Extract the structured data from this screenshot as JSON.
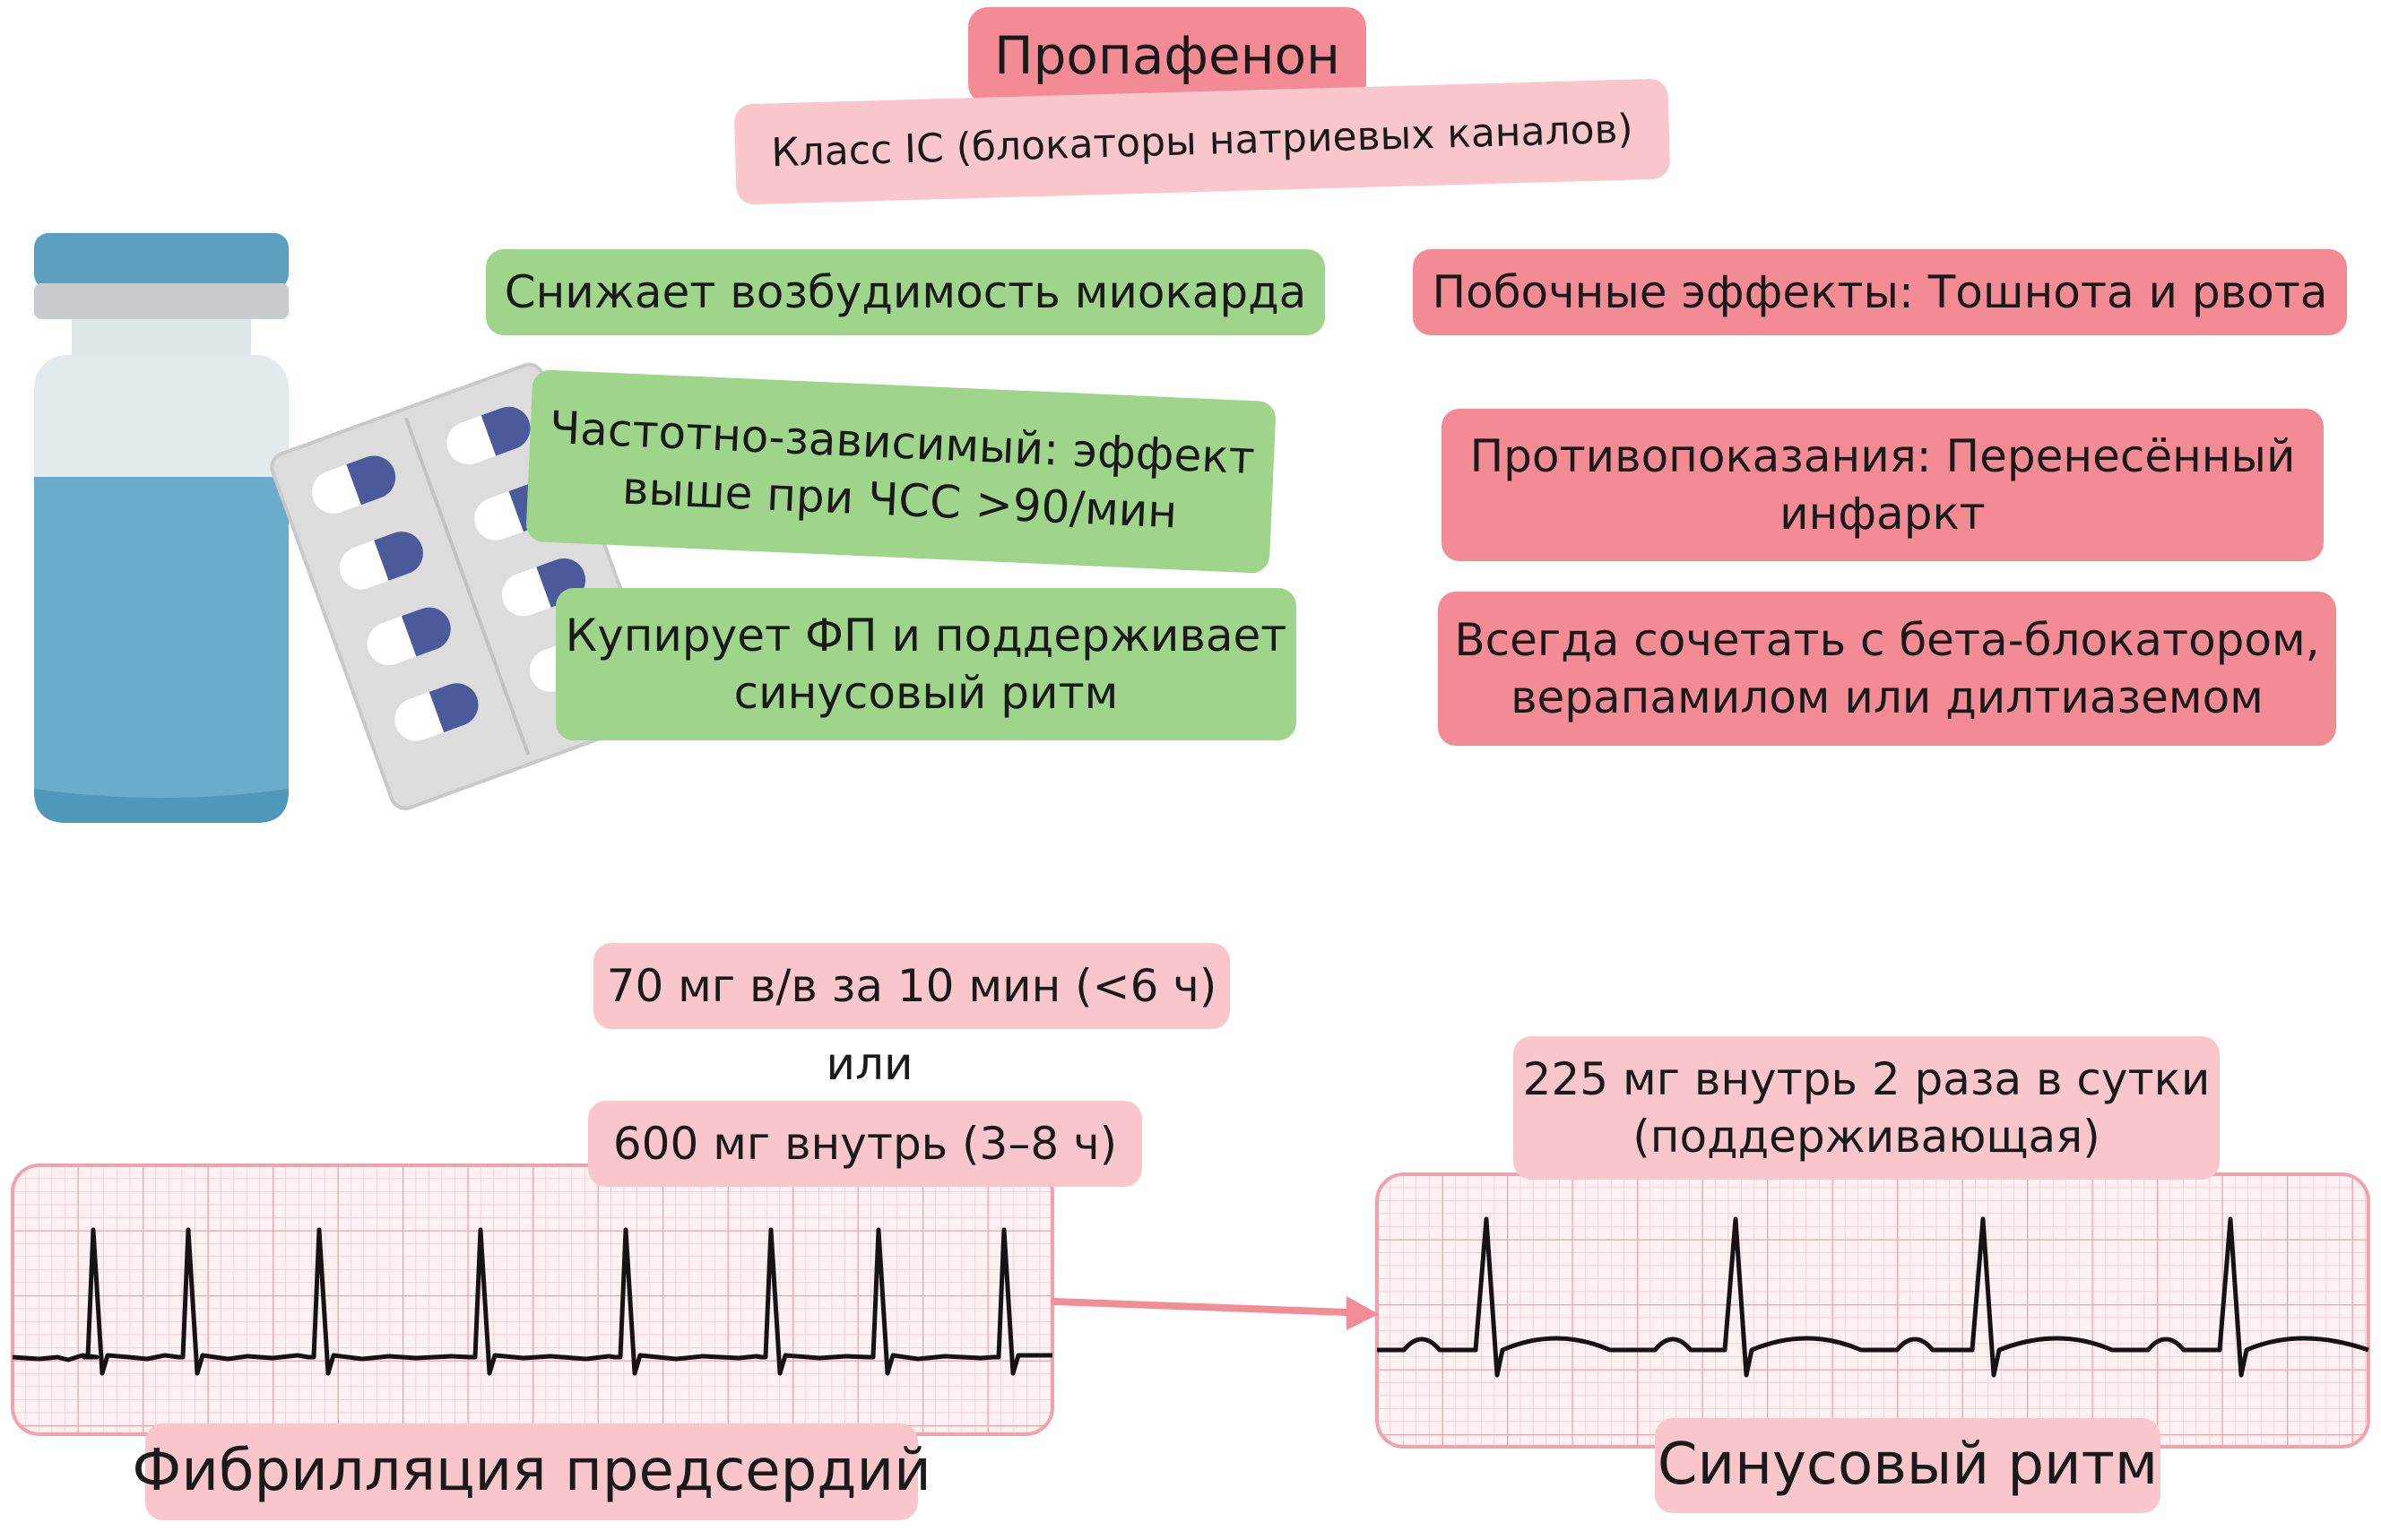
{
  "drug": {
    "title": "Пропафенон",
    "drug_class": "Класс IC (блокаторы натриевых каналов)"
  },
  "effects": {
    "excitability": "Снижает возбудимость миокарда",
    "rate_dependent": [
      "Частотно-зависимый: эффект",
      "выше при ЧСС >90/мин"
    ],
    "af_control": [
      "Купирует ФП и поддерживает",
      "синусовый ритм"
    ]
  },
  "warnings": {
    "side_effects": "Побочные эффекты: Тошнота и рвота",
    "contraindications": [
      "Противопоказания: Перенесённый",
      "инфаркт"
    ],
    "combination": [
      "Всегда сочетать с бета-блокатором,",
      "верапамилом или дилтиаземом"
    ]
  },
  "dosing": {
    "iv": "70 мг в/в за 10 мин (<6 ч)",
    "or_word": "или",
    "oral_loading": "600 мг внутрь (3–8 ч)",
    "maintenance": [
      "225 мг внутрь 2 раза в сутки",
      "(поддерживающая)"
    ]
  },
  "ecg": {
    "af_label": "Фибрилляция предсердий",
    "sinus_label": "Синусовый ритм"
  },
  "colors": {
    "green_box": "#9fd48b",
    "red_box": "#f28b93",
    "pink_box": "#f9c6cb",
    "ecg_grid": "#f2a2aa",
    "arrow": "#f08d95",
    "vial_liquid": "#6aaccb",
    "pill_blue": "#4a5a9a"
  },
  "icons": [
    "medicine-vial-icon",
    "pill-blister-icon",
    "arrow-right-icon"
  ]
}
